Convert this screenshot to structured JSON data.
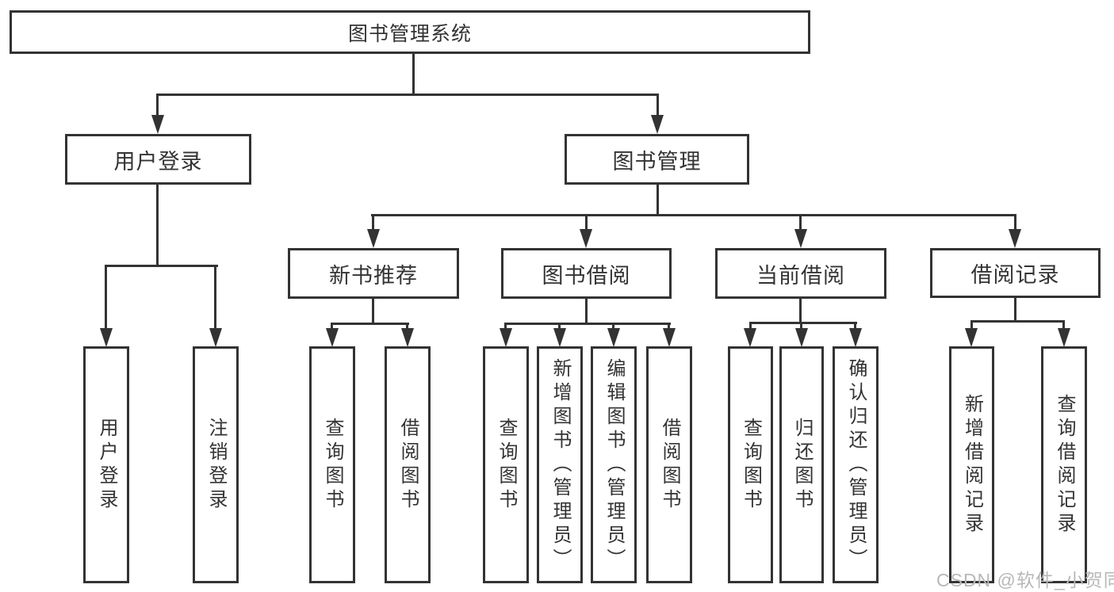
{
  "diagram": {
    "root": {
      "label": "图书管理系统"
    },
    "user_login": {
      "label": "用户登录",
      "children": [
        {
          "label": "用户登录"
        },
        {
          "label": "注销登录"
        }
      ]
    },
    "book_mgmt": {
      "label": "图书管理",
      "sections": [
        {
          "label": "新书推荐",
          "children": [
            {
              "label": "查询图书"
            },
            {
              "label": "借阅图书"
            }
          ]
        },
        {
          "label": "图书借阅",
          "children": [
            {
              "label": "查询图书"
            },
            {
              "label": "新增图书（管理员）"
            },
            {
              "label": "编辑图书（管理员）"
            },
            {
              "label": "借阅图书"
            }
          ]
        },
        {
          "label": "当前借阅",
          "children": [
            {
              "label": "查询图书"
            },
            {
              "label": "归还图书"
            },
            {
              "label": "确认归还（管理员）"
            }
          ]
        },
        {
          "label": "借阅记录",
          "children": [
            {
              "label": "新增借阅记录"
            },
            {
              "label": "查询借阅记录"
            }
          ]
        }
      ]
    }
  },
  "watermark": "CSDN @软件_小贺同学",
  "colors": {
    "line": "#333333",
    "text": "#333333",
    "watermark": "#b8b8b8",
    "background": "#ffffff"
  }
}
